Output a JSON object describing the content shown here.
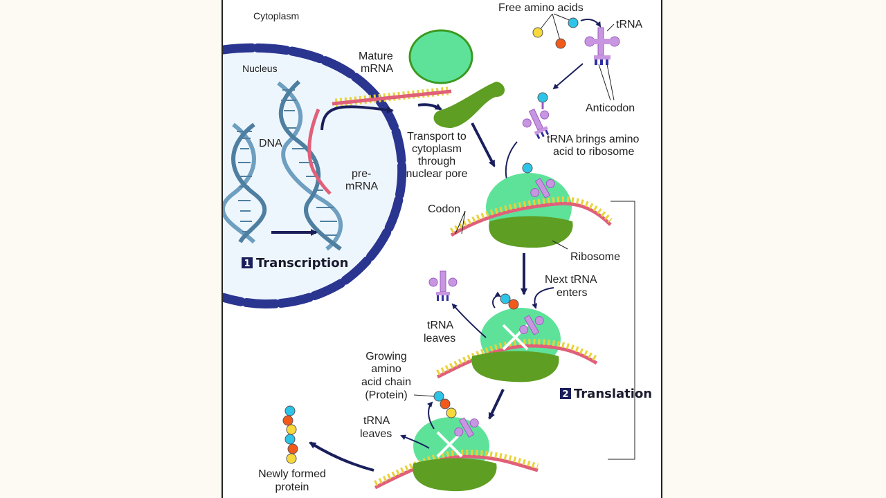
{
  "labels": {
    "cytoplasm": "Cytoplasm",
    "nucleus": "Nucleus",
    "dna": "DNA",
    "pre_mrna_1": "pre-",
    "pre_mrna_2": "mRNA",
    "mature_mrna_1": "Mature",
    "mature_mrna_2": "mRNA",
    "transport_1": "Transport to",
    "transport_2": "cytoplasm",
    "transport_3": "through",
    "transport_4": "nuclear pore",
    "free_amino_acids": "Free amino acids",
    "trna": "tRNA",
    "anticodon": "Anticodon",
    "trna_brings_1": "tRNA brings amino",
    "trna_brings_2": "acid to ribosome",
    "codon": "Codon",
    "ribosome": "Ribosome",
    "next_trna_1": "Next tRNA",
    "next_trna_2": "enters",
    "trna_leaves_1a": "tRNA",
    "trna_leaves_1b": "leaves",
    "growing_1": "Growing",
    "growing_2": "amino",
    "growing_3": "acid chain",
    "growing_4": "(Protein)",
    "trna_leaves_2a": "tRNA",
    "trna_leaves_2b": "leaves",
    "newly_1": "Newly formed",
    "newly_2": "protein"
  },
  "steps": {
    "transcription_num": "1",
    "transcription": "Transcription",
    "translation_num": "2",
    "translation": "Translation"
  },
  "colors": {
    "membrane": "#2a3590",
    "nucleus_fill": "#eef6fd",
    "dna": "#6f9fc0",
    "mrna": "#e0607a",
    "ribosome_large": "#5ee29a",
    "ribosome_small": "#5e9e23",
    "trna": "#c896e0",
    "arrow": "#1a1f5c",
    "amino_cyan": "#2ec4e8",
    "amino_orange": "#f25a1c",
    "amino_yellow": "#f7d93b"
  }
}
